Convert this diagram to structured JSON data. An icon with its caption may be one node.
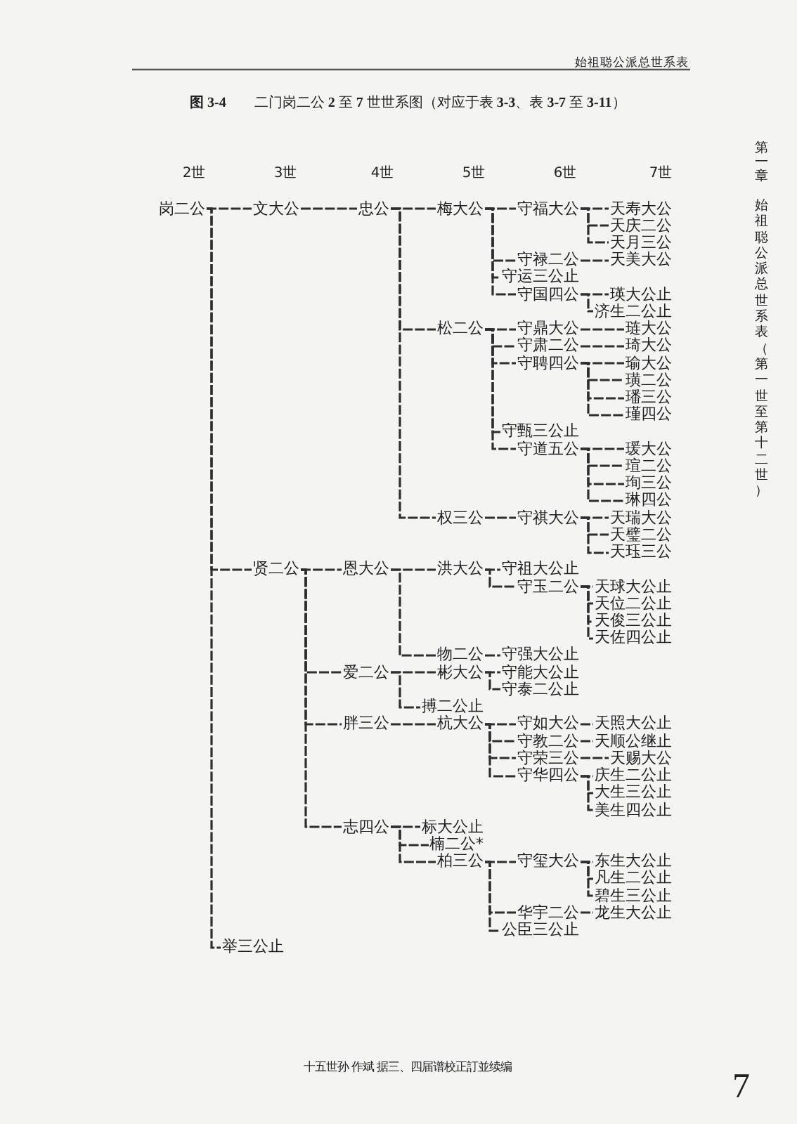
{
  "diagram": {
    "title": "**图 3-4**　　二门岗二公 **2** 至 **7** 世世系图（对应于表 **3-3**、表 **3-7** 至 **3-11**）",
    "nodes": [
      {
        "text": [
          "岗二公"
        ]
      },
      {
        "text": [
          "文大公"
        ]
      },
      {
        "text": [
          "忠公"
        ]
      },
      {
        "text": [
          "梅大公"
        ]
      },
      {
        "text": [
          "守福大公"
        ]
      },
      {
        "text": [
          "天寿大公"
        ]
      },
      {
        "text": [
          "天庆二公"
        ]
      },
      {
        "text": [
          "天月三公"
        ]
      },
      {
        "text": [
          "守禄二公"
        ]
      },
      {
        "text": [
          "天美大公"
        ]
      },
      {
        "text": [
          "守运三公止"
        ]
      },
      {
        "text": [
          "守国四公"
        ]
      },
      {
        "text": [
          "瑛大公止"
        ]
      },
      {
        "text": [
          "济生二公止"
        ]
      },
      {
        "text": [
          "松二公"
        ]
      },
      {
        "text": [
          "守鼎大公"
        ]
      },
      {
        "text": [
          "琏大公"
        ]
      },
      {
        "text": [
          "守肃二公"
        ]
      },
      {
        "text": [
          "琦大公"
        ]
      },
      {
        "text": [
          "守聘四公"
        ]
      },
      {
        "text": [
          "瑜大公"
        ]
      },
      {
        "text": [
          "璜二公"
        ]
      },
      {
        "text": [
          "璠三公"
        ]
      },
      {
        "text": [
          "瑾四公"
        ]
      },
      {
        "text": [
          "守甄三公止"
        ]
      },
      {
        "text": [
          "守道五公"
        ]
      },
      {
        "text": [
          "瑗大公"
        ]
      },
      {
        "text": [
          "瑄二公"
        ]
      },
      {
        "text": [
          "珣三公"
        ]
      },
      {
        "text": [
          "琳四公"
        ]
      },
      {
        "text": [
          "权三公"
        ]
      },
      {
        "text": [
          "守祺大公"
        ]
      },
      {
        "text": [
          "天瑞大公"
        ]
      },
      {
        "text": [
          "天璧二公"
        ]
      },
      {
        "text": [
          "天珏三公"
        ]
      },
      {
        "text": [
          "贤二公"
        ]
      },
      {
        "text": [
          "恩大公"
        ]
      },
      {
        "text": [
          "洪大公"
        ]
      },
      {
        "text": [
          "守祖大公止"
        ]
      },
      {
        "text": [
          "守玉二公"
        ]
      },
      {
        "text": [
          "天球大公止"
        ]
      },
      {
        "text": [
          "天位二公止"
        ]
      },
      {
        "text": [
          "天俊三公止"
        ]
      },
      {
        "text": [
          "天佐四公止"
        ]
      },
      {
        "text": [
          "物二公"
        ]
      },
      {
        "text": [
          "守强大公止"
        ]
      },
      {
        "text": [
          "爱二公"
        ]
      },
      {
        "text": [
          "彬大公"
        ]
      },
      {
        "text": [
          "守能大公止"
        ]
      },
      {
        "text": [
          "守泰二公止"
        ]
      },
      {
        "text": [
          "搏二公止"
        ]
      },
      {
        "text": [
          "胖三公"
        ]
      },
      {
        "text": [
          "杭大公"
        ]
      },
      {
        "text": [
          "守如大公"
        ]
      },
      {
        "text": [
          "天照大公止"
        ]
      },
      {
        "text": [
          "守教二公"
        ]
      },
      {
        "text": [
          "天顺公继止"
        ]
      },
      {
        "text": [
          "守荣三公"
        ]
      },
      {
        "text": [
          "天赐大公"
        ]
      },
      {
        "text": [
          "守华四公"
        ]
      },
      {
        "text": [
          "庆生二公止"
        ]
      },
      {
        "text": [
          "大生三公止"
        ]
      },
      {
        "text": [
          "美生四公止"
        ]
      },
      {
        "text": [
          "志四公"
        ]
      },
      {
        "text": [
          "标大公止"
        ]
      },
      {
        "text": [
          "楠二公*"
        ]
      },
      {
        "text": [
          "柏三公"
        ]
      },
      {
        "text": [
          "守玺大公"
        ]
      },
      {
        "text": [
          "东生大公止"
        ]
      },
      {
        "text": [
          "凡生二公止"
        ]
      },
      {
        "text": [
          "碧生三公止"
        ]
      },
      {
        "text": [
          "华宇二公"
        ]
      },
      {
        "text": [
          "龙生大公止"
        ]
      },
      {
        "text": [
          "公臣三公止"
        ]
      },
      {
        "text": [
          "举三公止"
        ]
      }
    ],
    "edges": [
      {
        "from": 0,
        "to": 1,
        "arrow": "none"
      },
      {
        "from": 1,
        "to": 2,
        "arrow": "none"
      },
      {
        "from": 2,
        "to": 3,
        "arrow": "none"
      },
      {
        "from": 3,
        "to": 4,
        "arrow": "none"
      },
      {
        "from": 4,
        "to": 5,
        "arrow": "none"
      },
      {
        "from": 4,
        "to": 6,
        "arrow": "none"
      },
      {
        "from": 4,
        "to": 7,
        "arrow": "none"
      },
      {
        "from": 3,
        "to": 8,
        "arrow": "none"
      },
      {
        "from": 8,
        "to": 9,
        "arrow": "none"
      },
      {
        "from": 3,
        "to": 10,
        "arrow": "none"
      },
      {
        "from": 3,
        "to": 11,
        "arrow": "none"
      },
      {
        "from": 11,
        "to": 12,
        "arrow": "none"
      },
      {
        "from": 11,
        "to": 13,
        "arrow": "none"
      },
      {
        "from": 2,
        "to": 14,
        "arrow": "none"
      },
      {
        "from": 14,
        "to": 15,
        "arrow": "none"
      },
      {
        "from": 15,
        "to": 16,
        "arrow": "none"
      },
      {
        "from": 14,
        "to": 17,
        "arrow": "none"
      },
      {
        "from": 17,
        "to": 18,
        "arrow": "none"
      },
      {
        "from": 14,
        "to": 19,
        "arrow": "none"
      },
      {
        "from": 19,
        "to": 20,
        "arrow": "none"
      },
      {
        "from": 19,
        "to": 21,
        "arrow": "none"
      },
      {
        "from": 19,
        "to": 22,
        "arrow": "none"
      },
      {
        "from": 19,
        "to": 23,
        "arrow": "none"
      },
      {
        "from": 14,
        "to": 24,
        "arrow": "none"
      },
      {
        "from": 14,
        "to": 25,
        "arrow": "none"
      },
      {
        "from": 25,
        "to": 26,
        "arrow": "none"
      },
      {
        "from": 25,
        "to": 27,
        "arrow": "none"
      },
      {
        "from": 25,
        "to": 28,
        "arrow": "none"
      },
      {
        "from": 25,
        "to": 29,
        "arrow": "none"
      },
      {
        "from": 2,
        "to": 30,
        "arrow": "none"
      },
      {
        "from": 30,
        "to": 31,
        "arrow": "none"
      },
      {
        "from": 31,
        "to": 32,
        "arrow": "none"
      },
      {
        "from": 31,
        "to": 33,
        "arrow": "none"
      },
      {
        "from": 31,
        "to": 34,
        "arrow": "none"
      },
      {
        "from": 0,
        "to": 35,
        "arrow": "none"
      },
      {
        "from": 35,
        "to": 36,
        "arrow": "none"
      },
      {
        "from": 36,
        "to": 37,
        "arrow": "none"
      },
      {
        "from": 37,
        "to": 38,
        "arrow": "none"
      },
      {
        "from": 37,
        "to": 39,
        "arrow": "none"
      },
      {
        "from": 39,
        "to": 40,
        "arrow": "none"
      },
      {
        "from": 39,
        "to": 41,
        "arrow": "none"
      },
      {
        "from": 39,
        "to": 42,
        "arrow": "none"
      },
      {
        "from": 39,
        "to": 43,
        "arrow": "none"
      },
      {
        "from": 36,
        "to": 44,
        "arrow": "none"
      },
      {
        "from": 44,
        "to": 45,
        "arrow": "none"
      },
      {
        "from": 35,
        "to": 46,
        "arrow": "none"
      },
      {
        "from": 46,
        "to": 47,
        "arrow": "none"
      },
      {
        "from": 47,
        "to": 48,
        "arrow": "none"
      },
      {
        "from": 47,
        "to": 49,
        "arrow": "none"
      },
      {
        "from": 46,
        "to": 50,
        "arrow": "none"
      },
      {
        "from": 35,
        "to": 51,
        "arrow": "none"
      },
      {
        "from": 51,
        "to": 52,
        "arrow": "none"
      },
      {
        "from": 52,
        "to": 53,
        "arrow": "none"
      },
      {
        "from": 53,
        "to": 54,
        "arrow": "none"
      },
      {
        "from": 52,
        "to": 55,
        "arrow": "none"
      },
      {
        "from": 55,
        "to": 56,
        "arrow": "none"
      },
      {
        "from": 52,
        "to": 57,
        "arrow": "none"
      },
      {
        "from": 57,
        "to": 58,
        "arrow": "none"
      },
      {
        "from": 52,
        "to": 59,
        "arrow": "none"
      },
      {
        "from": 59,
        "to": 60,
        "arrow": "none"
      },
      {
        "from": 59,
        "to": 61,
        "arrow": "none"
      },
      {
        "from": 59,
        "to": 62,
        "arrow": "none"
      },
      {
        "from": 35,
        "to": 63,
        "arrow": "none"
      },
      {
        "from": 63,
        "to": 64,
        "arrow": "none"
      },
      {
        "from": 63,
        "to": 65,
        "arrow": "none"
      },
      {
        "from": 63,
        "to": 66,
        "arrow": "none"
      },
      {
        "from": 66,
        "to": 67,
        "arrow": "none"
      },
      {
        "from": 67,
        "to": 68,
        "arrow": "none"
      },
      {
        "from": 67,
        "to": 69,
        "arrow": "none"
      },
      {
        "from": 67,
        "to": 70,
        "arrow": "none"
      },
      {
        "from": 66,
        "to": 71,
        "arrow": "none"
      },
      {
        "from": 71,
        "to": 72,
        "arrow": "none"
      },
      {
        "from": 66,
        "to": 73,
        "arrow": "none"
      },
      {
        "from": 0,
        "to": 74,
        "arrow": "none"
      }
    ],
    "labels": [
      "始祖聪公派总世系表",
      "2世",
      "3世",
      "4世",
      "5世",
      "6世",
      "7世",
      "第一章",
      "始祖聪公派总世系表（第一世至第十二世）",
      "十五世孙 作斌 据三、四届谱校正訂並续编",
      "7"
    ]
  }
}
